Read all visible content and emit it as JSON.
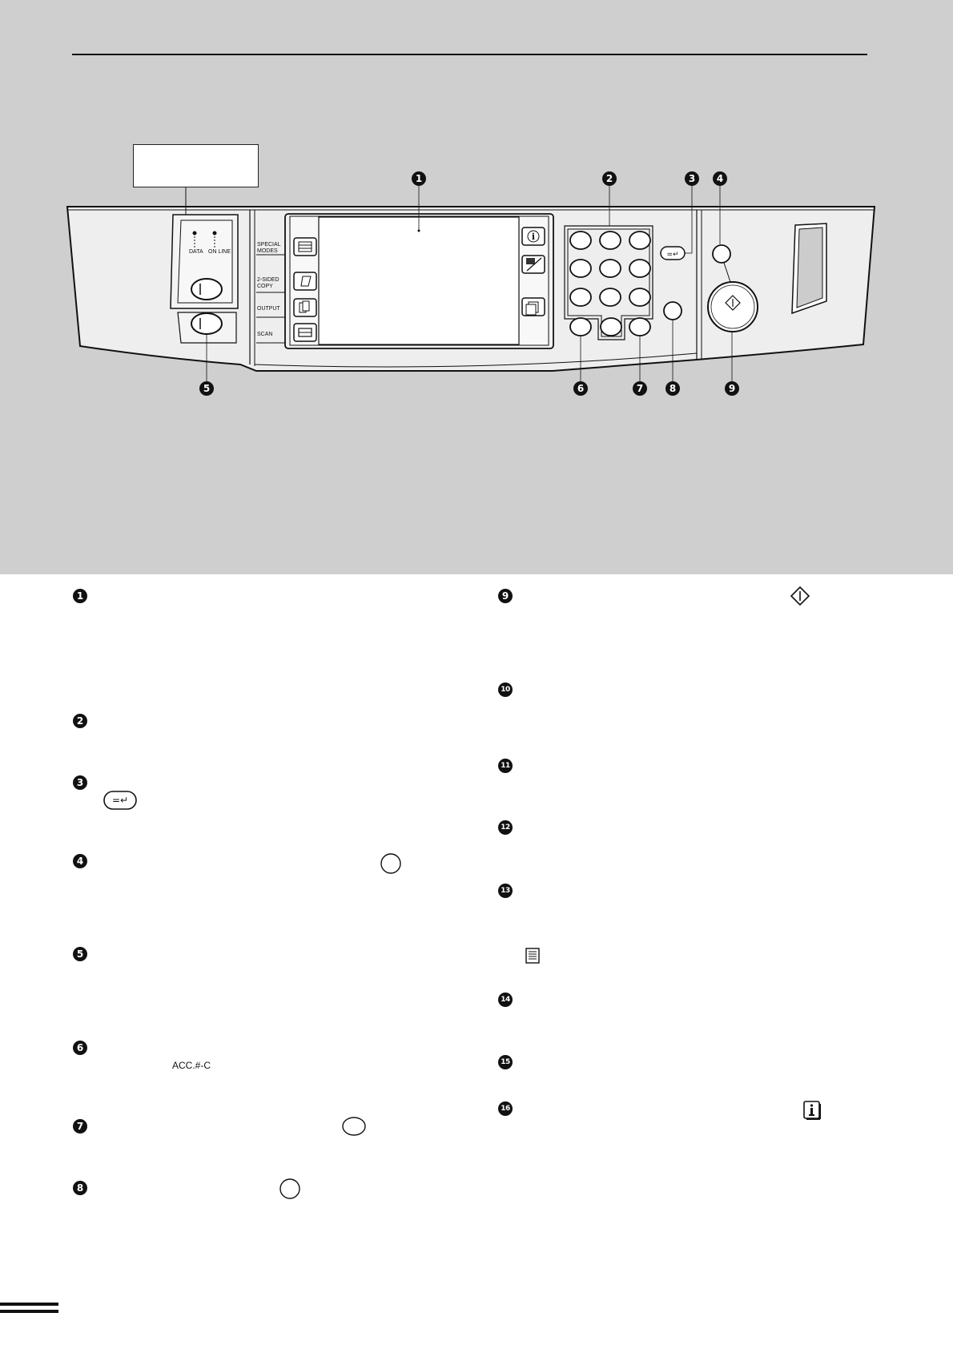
{
  "panel": {
    "labels": {
      "data": "DATA",
      "online": "ON LINE",
      "special_modes": "SPECIAL MODES",
      "two_sided_copy": "2-SIDED COPY",
      "output": "OUTPUT",
      "scan": "SCAN"
    },
    "callouts_top": [
      "1",
      "2",
      "3",
      "4"
    ],
    "callouts_bottom": [
      "5",
      "6",
      "7",
      "8",
      "9"
    ]
  },
  "list": {
    "left_markers": [
      "1",
      "2",
      "3",
      "4",
      "5",
      "6",
      "7",
      "8"
    ],
    "right_markers": [
      "9",
      "10",
      "11",
      "12",
      "13",
      "14",
      "15",
      "16"
    ],
    "acc_label": "ACC.#-C"
  },
  "icons": [
    "start-diamond-icon",
    "clear-enter-key-icon",
    "round-key-icon",
    "oval-key-icon",
    "document-list-icon",
    "info-icon"
  ]
}
